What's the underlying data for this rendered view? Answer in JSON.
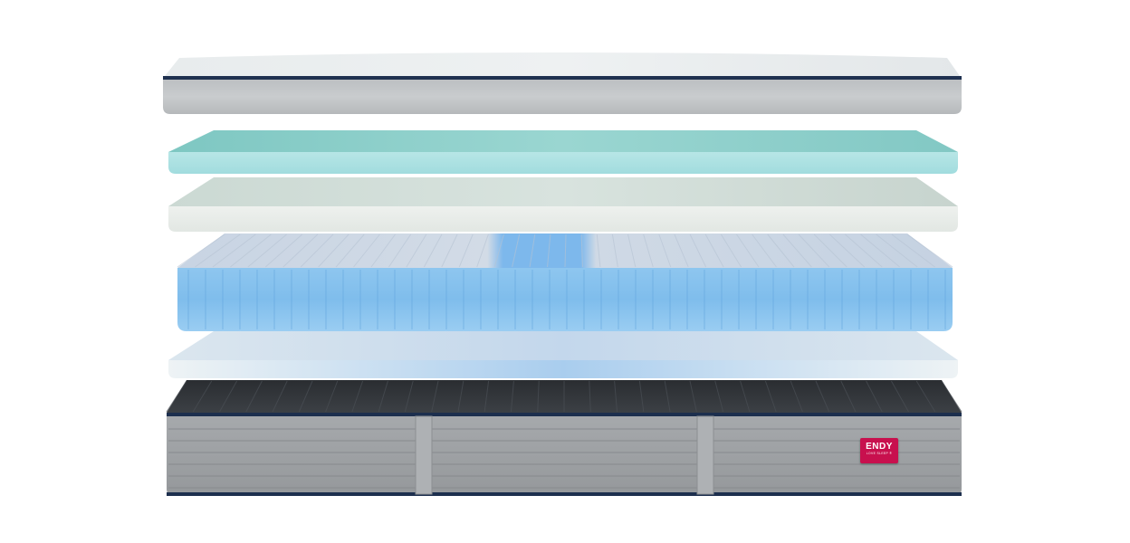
{
  "image": {
    "subject": "exploded-view-mattress-layers",
    "background_color": "#ffffff",
    "layers": [
      {
        "name": "cover",
        "color": "#c7cacd"
      },
      {
        "name": "mint-foam",
        "color": "#8fd0cc"
      },
      {
        "name": "light-foam",
        "color": "#d6e2dc"
      },
      {
        "name": "pocket-springs",
        "color": "#8cc4ee"
      },
      {
        "name": "base-foam",
        "color": "#d9e6ef"
      },
      {
        "name": "base",
        "color": "#9ea2a6"
      }
    ]
  },
  "logo": {
    "brand": "ENDY",
    "tagline": "LOVE SLEEP ®",
    "color": "#c8104e"
  }
}
